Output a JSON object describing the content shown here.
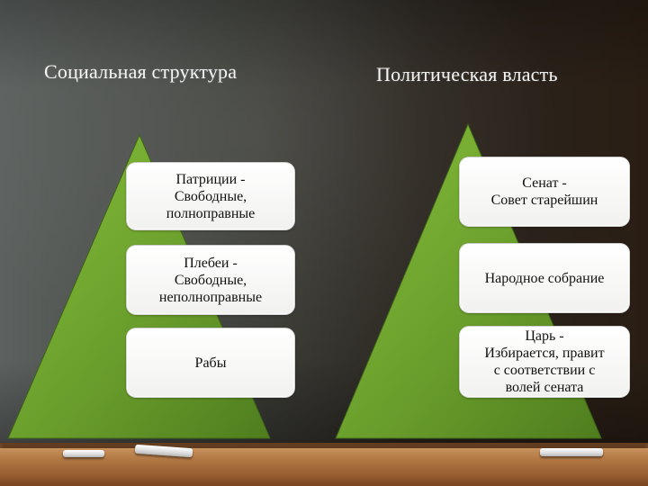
{
  "titles": {
    "left": "Социальная структура",
    "right": "Политическая власть"
  },
  "left_pyramid": {
    "color": "#6a9e2c",
    "levels": [
      {
        "label": "Патриции -\nСвободные,\nполноправные"
      },
      {
        "label": "Плебеи -\nСвободные,\nнеполноправные"
      },
      {
        "label": "Рабы"
      }
    ]
  },
  "right_pyramid": {
    "color": "#6a9e2c",
    "levels": [
      {
        "label": "Сенат -\nСовет старейшин"
      },
      {
        "label": "Народное собрание"
      },
      {
        "label": "Царь -\nИзбирается, правит\nс соответствии с\nволей сената"
      }
    ]
  }
}
